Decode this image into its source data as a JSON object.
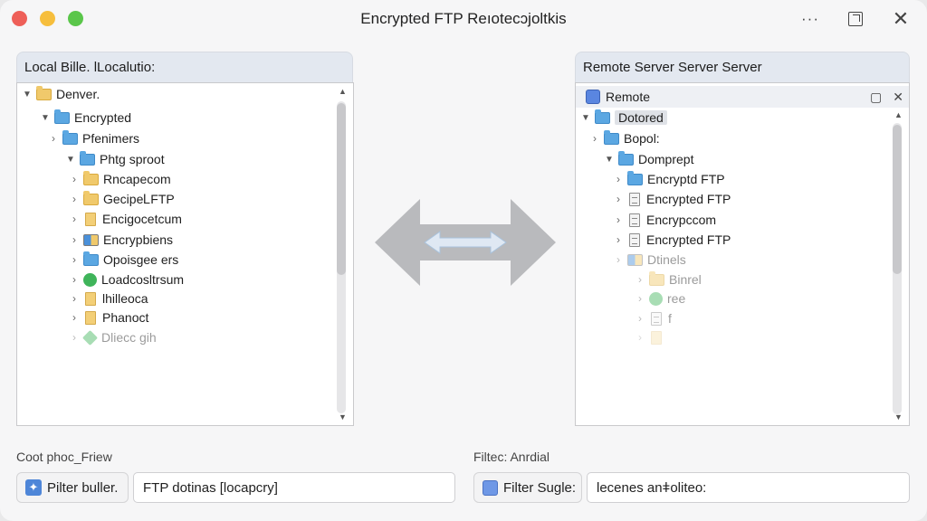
{
  "window": {
    "title": "Encrypted FTP Reıotecɔjoltkis"
  },
  "titlebar": {
    "more_label": "···",
    "close_label": "✕"
  },
  "left_panel": {
    "header": "Local Bille. lLocalutio:",
    "items": [
      {
        "label": "Denver.",
        "chevron": "▼",
        "icon": "folder-yellow"
      },
      {
        "label": "Encrypted",
        "chevron": "▼",
        "icon": "folder-blue"
      },
      {
        "label": "Pfenimers",
        "chevron": "›",
        "icon": "folder-blue"
      },
      {
        "label": "Phtg sproot",
        "chevron": "▼",
        "icon": "folder-blue"
      },
      {
        "label": "Rncapecom",
        "chevron": "›",
        "icon": "folder-yellow"
      },
      {
        "label": "GecipeᏞFTP",
        "chevron": "›",
        "icon": "folder-yellow"
      },
      {
        "label": "Encigocetcum",
        "chevron": "›",
        "icon": "file-yellow"
      },
      {
        "label": "Encrypbiens",
        "chevron": "›",
        "icon": "mixed"
      },
      {
        "label": "Opoisgee ers",
        "chevron": "›",
        "icon": "folder-blue"
      },
      {
        "label": "Loadcosltrsum",
        "chevron": "›",
        "icon": "green"
      },
      {
        "label": "lhilleoca",
        "chevron": "›",
        "icon": "file-yellow"
      },
      {
        "label": "Phanoct",
        "chevron": "›",
        "icon": "file-yellow"
      },
      {
        "label": "Dliecc gih",
        "chevron": "›",
        "icon": "green-diamond"
      }
    ]
  },
  "right_panel": {
    "header": "Remote Server Server Server",
    "subheader": "Remote",
    "items": [
      {
        "label": "Dotored",
        "chevron": "▼",
        "icon": "folder-blue",
        "selected": true
      },
      {
        "label": "Bopol:",
        "chevron": "›",
        "icon": "folder-blue"
      },
      {
        "label": "Domprept",
        "chevron": "▼",
        "icon": "folder-blue"
      },
      {
        "label": "Encryptd FTP",
        "chevron": "›",
        "icon": "folder-blue"
      },
      {
        "label": "Encrypted FTP",
        "chevron": "›",
        "icon": "file-doc"
      },
      {
        "label": "Encrypccom",
        "chevron": "›",
        "icon": "file-doc"
      },
      {
        "label": "Encrypted FTP",
        "chevron": "›",
        "icon": "file-doc"
      },
      {
        "label": "Dtinels",
        "chevron": "›",
        "icon": "mixed"
      },
      {
        "label": "Binrel",
        "chevron": "›",
        "icon": "folder-yellow"
      },
      {
        "label": "ree",
        "chevron": "›",
        "icon": "green"
      },
      {
        "label": "f",
        "chevron": "›",
        "icon": "file-doc"
      },
      {
        "label": "",
        "chevron": "›",
        "icon": "file-yellow"
      }
    ]
  },
  "bottom": {
    "left_label": "Coot phoc_Friew",
    "left_filter_label": "Pilter buller.",
    "left_filter_value": "FTP dotinas [locapcry]",
    "right_label": "Filtec: Anrdial",
    "right_filter_label": "Filter Sugle:",
    "right_filter_value": "lecenes anǂoliteo:"
  },
  "colors": {
    "accent": "#5ba7e2",
    "panel_header_bg": "#e3e8f0",
    "transfer_arrow": "#b9babd"
  }
}
